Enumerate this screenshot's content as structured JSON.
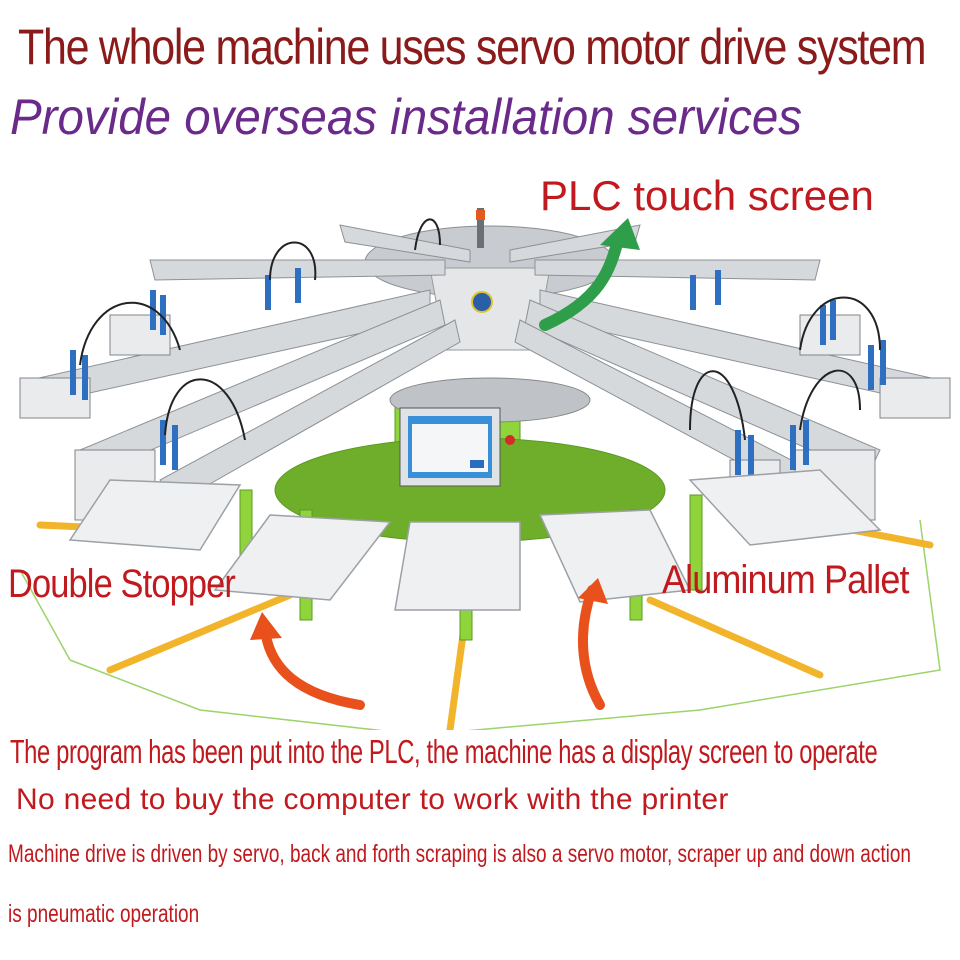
{
  "texts": {
    "headline_1": "The whole machine uses servo motor drive system",
    "headline_2": "Provide overseas installation services",
    "plc_label": "PLC touch screen",
    "stopper_label": "Double Stopper",
    "pallet_label": "Aluminum Pallet",
    "desc_1": "The program has been put into the PLC, the machine has a display screen to operate",
    "desc_2": "No need to buy the computer to work with the printer",
    "desc_3": "Machine drive is driven by servo, back and forth scraping is also a servo motor, scraper up and down action",
    "desc_4": "is pneumatic operation"
  },
  "colors": {
    "headline_red": "#8b1a1a",
    "headline_purple": "#6a2a8a",
    "label_red": "#c0191e",
    "frame_green": "#8fd43a",
    "arrow_green": "#2e9e4a",
    "arrow_orange": "#e8501c",
    "arm_grey": "#c9ccd0",
    "handle_blue": "#2f6fc2",
    "rail_yellow": "#f2b42a",
    "screen_blue": "#3a8fd9"
  },
  "icons": {
    "plc_arrow": "green-curved-arrow-icon",
    "stopper_arrow": "orange-curved-arrow-icon",
    "pallet_arrow": "orange-curved-arrow-icon"
  }
}
